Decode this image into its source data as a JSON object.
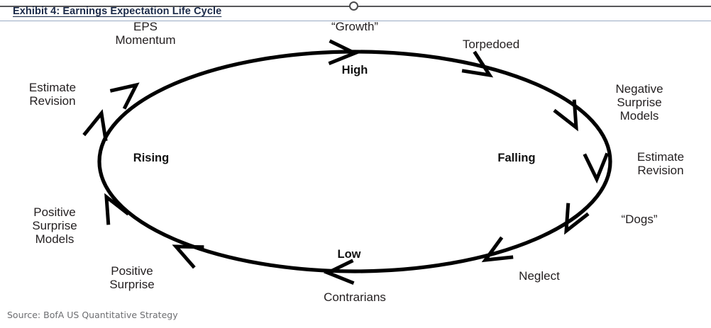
{
  "exhibit": {
    "title": "Exhibit 4: Earnings Expectation Life Cycle",
    "title_color": "#1b2a49",
    "rule_color": "#58585a",
    "underline_color": "#9aabc4"
  },
  "diagram": {
    "type": "cycle",
    "shape": "ellipse",
    "stroke_color": "#000000",
    "direction": "clockwise",
    "phase_labels": [
      {
        "text": "High",
        "position": "top"
      },
      {
        "text": "Falling",
        "position": "right"
      },
      {
        "text": "Low",
        "position": "bottom"
      },
      {
        "text": "Rising",
        "position": "left"
      }
    ],
    "stage_labels": [
      {
        "text": "“Growth”",
        "position": "top-center"
      },
      {
        "text": "Torpedoed",
        "position": "top-right"
      },
      {
        "text": "Negative\nSurprise\nModels",
        "position": "upper-right"
      },
      {
        "text": "Estimate\nRevision",
        "position": "right"
      },
      {
        "text": "“Dogs”",
        "position": "lower-right"
      },
      {
        "text": "Neglect",
        "position": "bottom-right"
      },
      {
        "text": "Contrarians",
        "position": "bottom-center"
      },
      {
        "text": "Positive\nSurprise",
        "position": "bottom-left"
      },
      {
        "text": "Positive\nSurprise\nModels",
        "position": "lower-left"
      },
      {
        "text": "Estimate\nRevision",
        "position": "left"
      },
      {
        "text": "EPS\nMomentum",
        "position": "upper-left"
      }
    ]
  },
  "footer": {
    "source": "Source: BofA US Quantitative Strategy",
    "color": "#6d6e71"
  }
}
